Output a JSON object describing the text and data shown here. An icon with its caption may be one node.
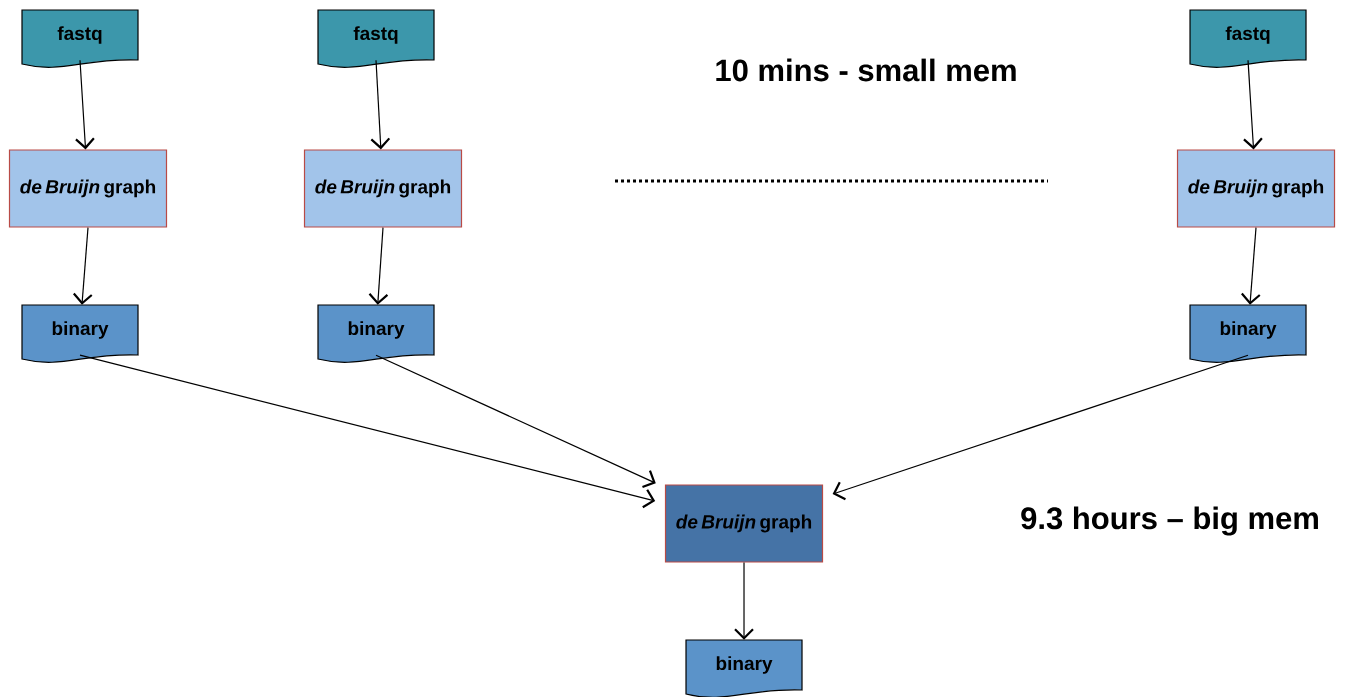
{
  "diagram": {
    "nodes": [
      {
        "text": [
          "fastq"
        ]
      },
      {
        "text": [
          "*de Bruijn* graph"
        ]
      },
      {
        "text": [
          "binary"
        ]
      },
      {
        "text": [
          "fastq"
        ]
      },
      {
        "text": [
          "*de Bruijn* graph"
        ]
      },
      {
        "text": [
          "binary"
        ]
      },
      {
        "text": [
          "fastq"
        ]
      },
      {
        "text": [
          "*de Bruijn* graph"
        ]
      },
      {
        "text": [
          "binary"
        ]
      },
      {
        "text": [
          "*de Bruijn* graph"
        ]
      },
      {
        "text": [
          "binary"
        ]
      }
    ],
    "edges": [
      {
        "from": 0,
        "to": 1,
        "arrow": "to"
      },
      {
        "from": 1,
        "to": 2,
        "arrow": "to"
      },
      {
        "from": 3,
        "to": 4,
        "arrow": "to"
      },
      {
        "from": 4,
        "to": 5,
        "arrow": "to"
      },
      {
        "from": 6,
        "to": 7,
        "arrow": "to"
      },
      {
        "from": 7,
        "to": 8,
        "arrow": "to"
      },
      {
        "from": 2,
        "to": 9,
        "arrow": "to"
      },
      {
        "from": 5,
        "to": 9,
        "arrow": "to"
      },
      {
        "from": 8,
        "to": 9,
        "arrow": "to"
      },
      {
        "from": 9,
        "to": 10,
        "arrow": "to"
      }
    ],
    "labels": [
      "10 mins - small mem",
      "9.3 hours – big mem"
    ]
  }
}
